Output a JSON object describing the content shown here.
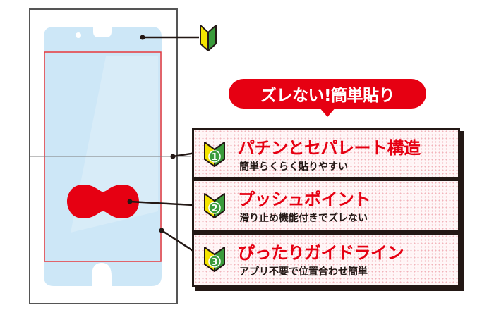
{
  "badge": {
    "text": "ズレない!簡単貼り"
  },
  "features": [
    {
      "number": "1",
      "title": "パチンとセパレート構造",
      "subtitle": "簡単らくらく貼りやすい"
    },
    {
      "number": "2",
      "title": "プッシュポイント",
      "subtitle": "滑り止め機能付きでズレない"
    },
    {
      "number": "3",
      "title": "ぴったりガイドライン",
      "subtitle": "アプリ不要で位置合わせ簡単"
    }
  ],
  "icons": {
    "beginner_mark": "beginner-mark-icon",
    "number_mark": "numbered-beginner-mark-icon"
  },
  "colors": {
    "accent_red": "#e60012",
    "film_blue": "#cfe8f7",
    "mark_green": "#3a9b3b",
    "mark_yellow": "#f5e400",
    "outline": "#231815"
  }
}
